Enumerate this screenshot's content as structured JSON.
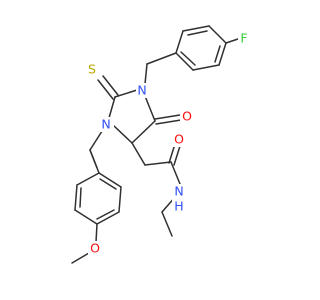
{
  "molecule": {
    "atoms": {
      "F": {
        "label": "F",
        "color": "#33cc33"
      },
      "S": {
        "label": "S",
        "color": "#b8a800"
      },
      "N1": {
        "label": "N",
        "color": "#3050f8"
      },
      "N2": {
        "label": "N",
        "color": "#3050f8"
      },
      "O1": {
        "label": "O",
        "color": "#ff0d0d"
      },
      "O2": {
        "label": "O",
        "color": "#ff0d0d"
      },
      "NH": {
        "label": "N",
        "color": "#3050f8"
      },
      "H": {
        "label": "H",
        "color": "#3050f8"
      },
      "O3": {
        "label": "O",
        "color": "#ff0d0d"
      }
    },
    "bond_color": "#303030"
  }
}
